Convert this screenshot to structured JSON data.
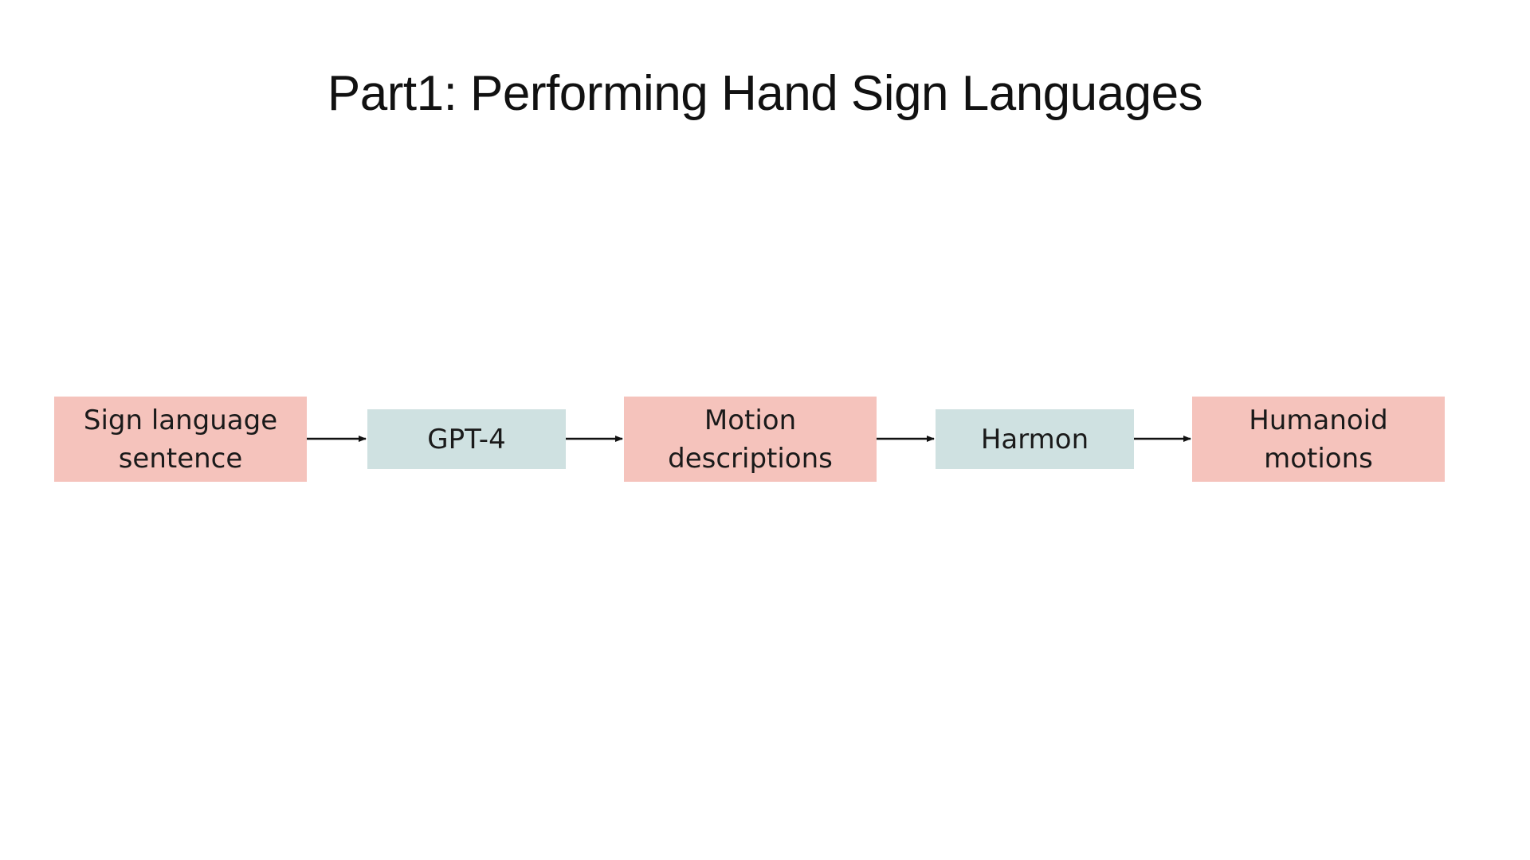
{
  "slide": {
    "title": "Part1: Performing Hand Sign Languages"
  },
  "flow": {
    "nodes": [
      {
        "line1": "Sign language",
        "line2": "sentence",
        "color": "#f5c3bc"
      },
      {
        "line1": "GPT-4",
        "line2": "",
        "color": "#cfe1e1"
      },
      {
        "line1": "Motion",
        "line2": "descriptions",
        "color": "#f5c3bc"
      },
      {
        "line1": "Harmon",
        "line2": "",
        "color": "#cfe1e1"
      },
      {
        "line1": "Humanoid",
        "line2": "motions",
        "color": "#f5c3bc"
      }
    ],
    "arrow_color": "#111111"
  }
}
